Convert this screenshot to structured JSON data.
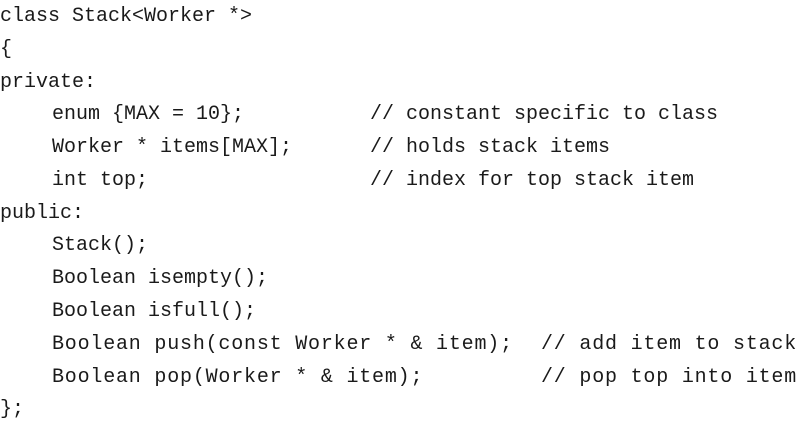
{
  "lines": [
    {
      "code": "class Stack<Worker *>",
      "comment": ""
    },
    {
      "code": "{",
      "comment": ""
    },
    {
      "code": "private:",
      "comment": ""
    },
    {
      "code": "enum {MAX = 10};",
      "comment": "// constant specific to class"
    },
    {
      "code": "Worker * items[MAX];",
      "comment": "// holds stack items"
    },
    {
      "code": "int top;",
      "comment": "// index for top stack item"
    },
    {
      "code": "public:",
      "comment": ""
    },
    {
      "code": "Stack();",
      "comment": ""
    },
    {
      "code": "Boolean isempty();",
      "comment": ""
    },
    {
      "code": "Boolean isfull();",
      "comment": ""
    },
    {
      "code": "Boolean push(const Worker * & item);",
      "comment": "// add item to stack"
    },
    {
      "code": "Boolean pop(Worker * & item);",
      "comment": "// pop top into item"
    },
    {
      "code": "};",
      "comment": ""
    }
  ]
}
